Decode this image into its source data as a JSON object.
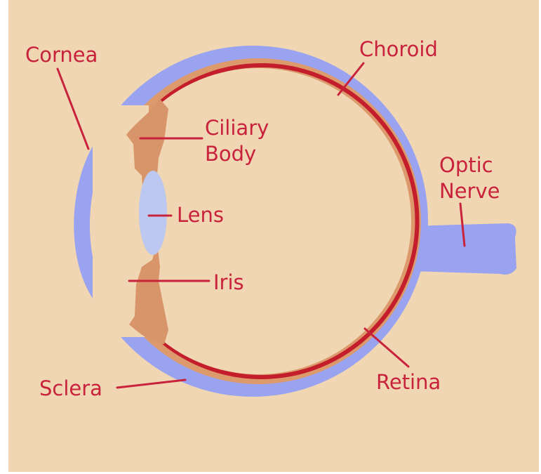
{
  "colors": {
    "background": "#f0d6b2",
    "sclera": "#9aa3f0",
    "choroid": "#dc9a6c",
    "retina": "#c41d2c",
    "lens": "#bcc8ef",
    "ciliary": "#d9956a",
    "label": "#c8223c"
  },
  "labels": {
    "cornea": "Cornea",
    "choroid": "Choroid",
    "ciliary_line1": "Ciliary",
    "ciliary_line2": "Body",
    "optic_line1": "Optic",
    "optic_line2": "Nerve",
    "lens": "Lens",
    "iris": "Iris",
    "sclera": "Sclera",
    "retina": "Retina"
  }
}
